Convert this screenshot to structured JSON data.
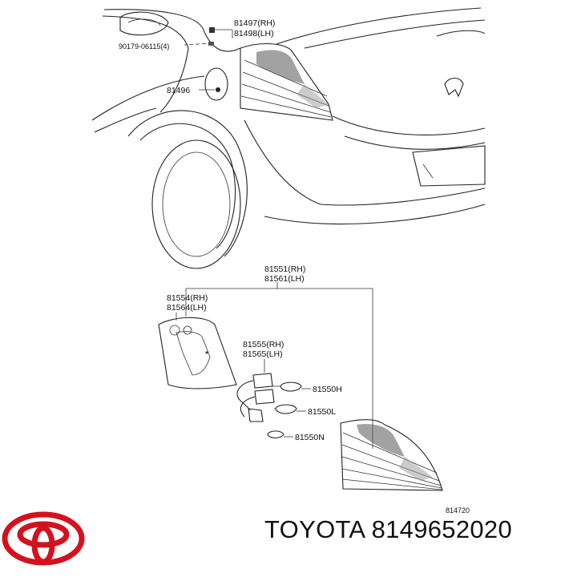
{
  "brand": {
    "logo": "toyota-logo",
    "logo_color": "#d4111e"
  },
  "caption": {
    "text": "TOYOTA 8149652020"
  },
  "diagram_id": "814720",
  "callouts": {
    "c81497": "81497(RH)",
    "c81498": "81498(LH)",
    "c90179": "90179-06115(4)",
    "c81496": "81496",
    "c81551": "81551(RH)",
    "c81561": "81561(LH)",
    "c81554": "81554(RH)",
    "c81564": "81564(LH)",
    "c81555": "81555(RH)",
    "c81565": "81565(LH)",
    "c81550H": "81550H",
    "c81550L": "81550L",
    "c81550N": "81550N"
  }
}
